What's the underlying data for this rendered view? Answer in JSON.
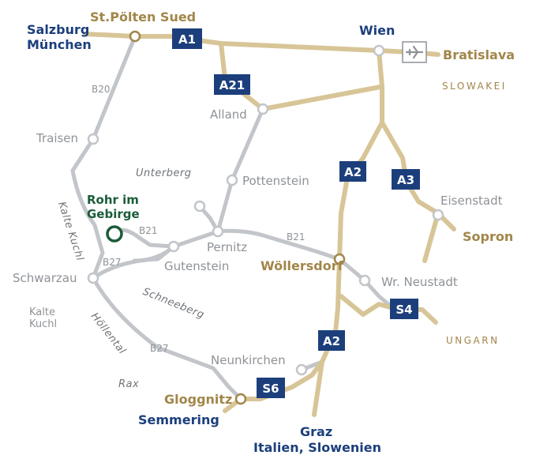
{
  "colors": {
    "motorway": "#d8c597",
    "road": "#c2c5c9",
    "navy": "#1c3f7c",
    "gold": "#a2864a",
    "gray_text": "#8e9297",
    "green": "#1a5c38"
  },
  "cities": {
    "salzburg": "Salzburg",
    "muenchen": "München",
    "st_poelten": "St.Pölten Sued",
    "wien": "Wien",
    "bratislava": "Bratislava",
    "alland": "Alland",
    "traisen": "Traisen",
    "pottenstein": "Pottenstein",
    "eisenstadt": "Eisenstadt",
    "sopron": "Sopron",
    "rohr_line1": "Rohr im",
    "rohr_line2": "Gebirge",
    "pernitz": "Pernitz",
    "gutenstein": "Gutenstein",
    "woellersdorf": "Wöllersdorf",
    "wr_neustadt": "Wr. Neustadt",
    "schwarzau": "Schwarzau",
    "neunkirchen": "Neunkirchen",
    "gloggnitz": "Gloggnitz",
    "semmering": "Semmering",
    "graz": "Graz",
    "italien_slowenien": "Italien, Slowenien"
  },
  "regions": {
    "unterberg": "Unterberg",
    "kalte_kuchl_rotated": "Kalte Kuchl",
    "kalte_line1": "Kalte",
    "kalte_line2": "Kuchl",
    "schneeberg": "Schneeberg",
    "hoellental": "Höllental",
    "rax": "Rax",
    "slowakei": "SLOWAKEI",
    "ungarn": "UNGARN"
  },
  "roads": {
    "b20": "B20",
    "b21_west": "B21",
    "b21_east": "B21",
    "b27_north": "B27",
    "b27_south": "B27"
  },
  "shields": {
    "a1": "A1",
    "a21": "A21",
    "a2_north": "A2",
    "a3": "A3",
    "s4": "S4",
    "a2_south": "A2",
    "s6": "S6"
  },
  "icons": {
    "airport": "airplane-icon"
  }
}
